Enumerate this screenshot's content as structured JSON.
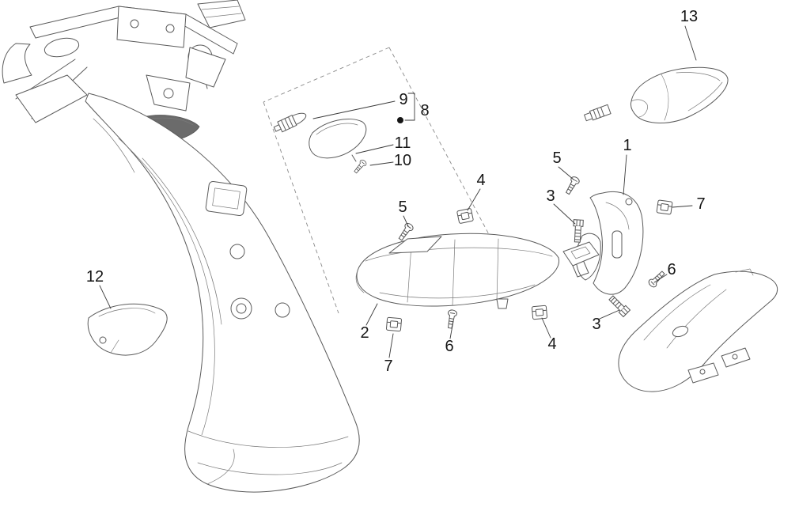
{
  "diagram": {
    "type": "exploded-parts-diagram",
    "callouts": [
      {
        "id": "13",
        "label": "13"
      },
      {
        "id": "9",
        "label": "9"
      },
      {
        "id": "8",
        "label": "8"
      },
      {
        "id": "11",
        "label": "11"
      },
      {
        "id": "10",
        "label": "10"
      },
      {
        "id": "5-upper",
        "label": "5"
      },
      {
        "id": "4-upper",
        "label": "4"
      },
      {
        "id": "1",
        "label": "1"
      },
      {
        "id": "3-upper",
        "label": "3"
      },
      {
        "id": "7-right",
        "label": "7"
      },
      {
        "id": "5-mid",
        "label": "5"
      },
      {
        "id": "6-right",
        "label": "6"
      },
      {
        "id": "3-lower",
        "label": "3"
      },
      {
        "id": "12",
        "label": "12"
      },
      {
        "id": "2",
        "label": "2"
      },
      {
        "id": "7-lower",
        "label": "7"
      },
      {
        "id": "6-lower",
        "label": "6"
      },
      {
        "id": "4-lower",
        "label": "4"
      }
    ],
    "colors": {
      "background": "#ffffff",
      "line": "#5b5b5b",
      "label": "#151515",
      "leader": "#3a3a3a",
      "dashed": "#8a8a8a"
    }
  }
}
